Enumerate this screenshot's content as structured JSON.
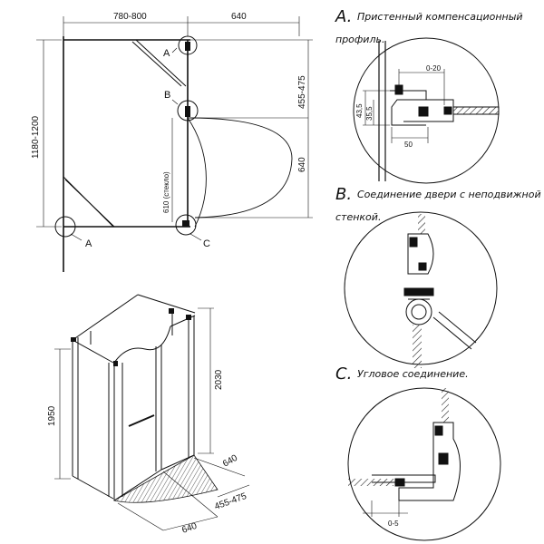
{
  "plan": {
    "dim_top_left": "780-800",
    "dim_top_right": "640",
    "dim_left_vertical": "1180-1200",
    "dim_right_upper": "455-475",
    "dim_right_lower": "640",
    "dim_glass": "610 (стекло)",
    "marker_a_top": "A",
    "marker_b": "B",
    "marker_a_bottom": "A",
    "marker_c": "C"
  },
  "iso": {
    "dim_height_left": "1950",
    "dim_height_right": "2030",
    "dim_depth": "640",
    "dim_width": "640",
    "dim_offset": "455-475"
  },
  "details": {
    "a": {
      "letter": "A.",
      "caption_line1": "Пристенный компенсационный",
      "caption_line2": "профиль.",
      "dim_gap": "0-20",
      "dim_h1": "43,5",
      "dim_h2": "35,5",
      "dim_w": "50"
    },
    "b": {
      "letter": "B.",
      "caption_line1": "Соединение двери с неподвижной",
      "caption_line2": "стенкой."
    },
    "c": {
      "letter": "C.",
      "caption_line1": "Угловое соединение.",
      "dim_gap": "0-5"
    }
  }
}
